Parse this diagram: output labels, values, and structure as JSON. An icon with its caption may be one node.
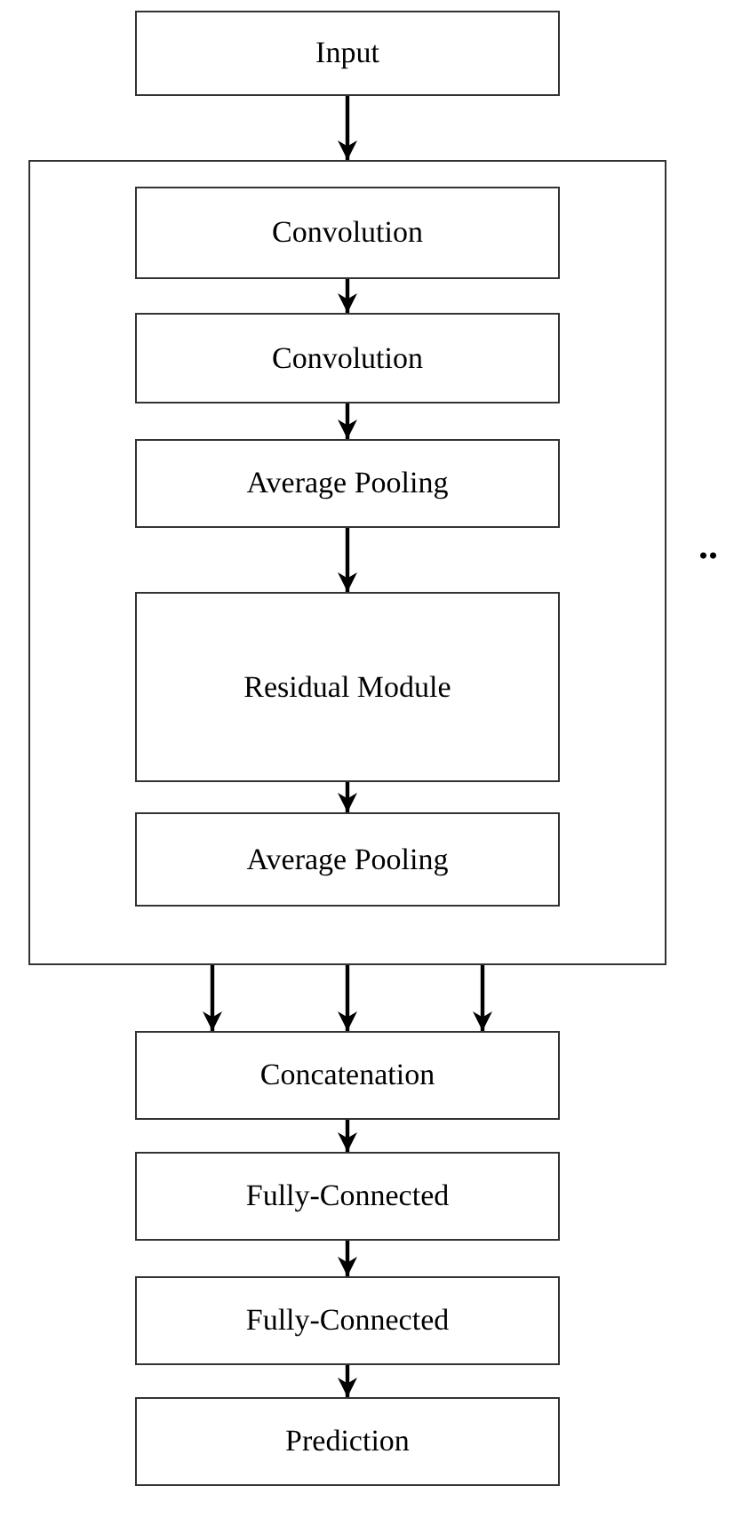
{
  "diagram": {
    "nodes": [
      {
        "text": [
          "Input"
        ]
      },
      {
        "text": [],
        "shape": "box"
      },
      {
        "text": [
          "Convolution"
        ],
        "in": 1
      },
      {
        "text": [
          "Convolution"
        ],
        "in": 1
      },
      {
        "text": [
          "Average Pooling"
        ],
        "in": 1
      },
      {
        "text": [
          "Residual Module"
        ],
        "in": 1
      },
      {
        "text": [
          "Average Pooling"
        ],
        "in": 1
      },
      {
        "text": [
          "Concatenation"
        ]
      },
      {
        "text": [
          "Fully-Connected"
        ]
      },
      {
        "text": [
          "Fully-Connected"
        ]
      },
      {
        "text": [
          "Prediction"
        ]
      }
    ],
    "edges": [
      {
        "from": 0,
        "to": 1,
        "arrow": "to"
      },
      {
        "from": 2,
        "to": 3,
        "arrow": "to"
      },
      {
        "from": 3,
        "to": 4,
        "arrow": "to"
      },
      {
        "from": 4,
        "to": 5,
        "arrow": "to"
      },
      {
        "from": 5,
        "to": 6,
        "arrow": "to"
      },
      {
        "from": 1,
        "to": 7,
        "arrow": "to"
      },
      {
        "from": 1,
        "to": 7,
        "arrow": "to"
      },
      {
        "from": 1,
        "to": 7,
        "arrow": "to"
      },
      {
        "from": 7,
        "to": 8,
        "arrow": "to"
      },
      {
        "from": 8,
        "to": 9,
        "arrow": "to"
      },
      {
        "from": 9,
        "to": 10,
        "arrow": "to"
      }
    ],
    "labels": [
      ".."
    ]
  }
}
